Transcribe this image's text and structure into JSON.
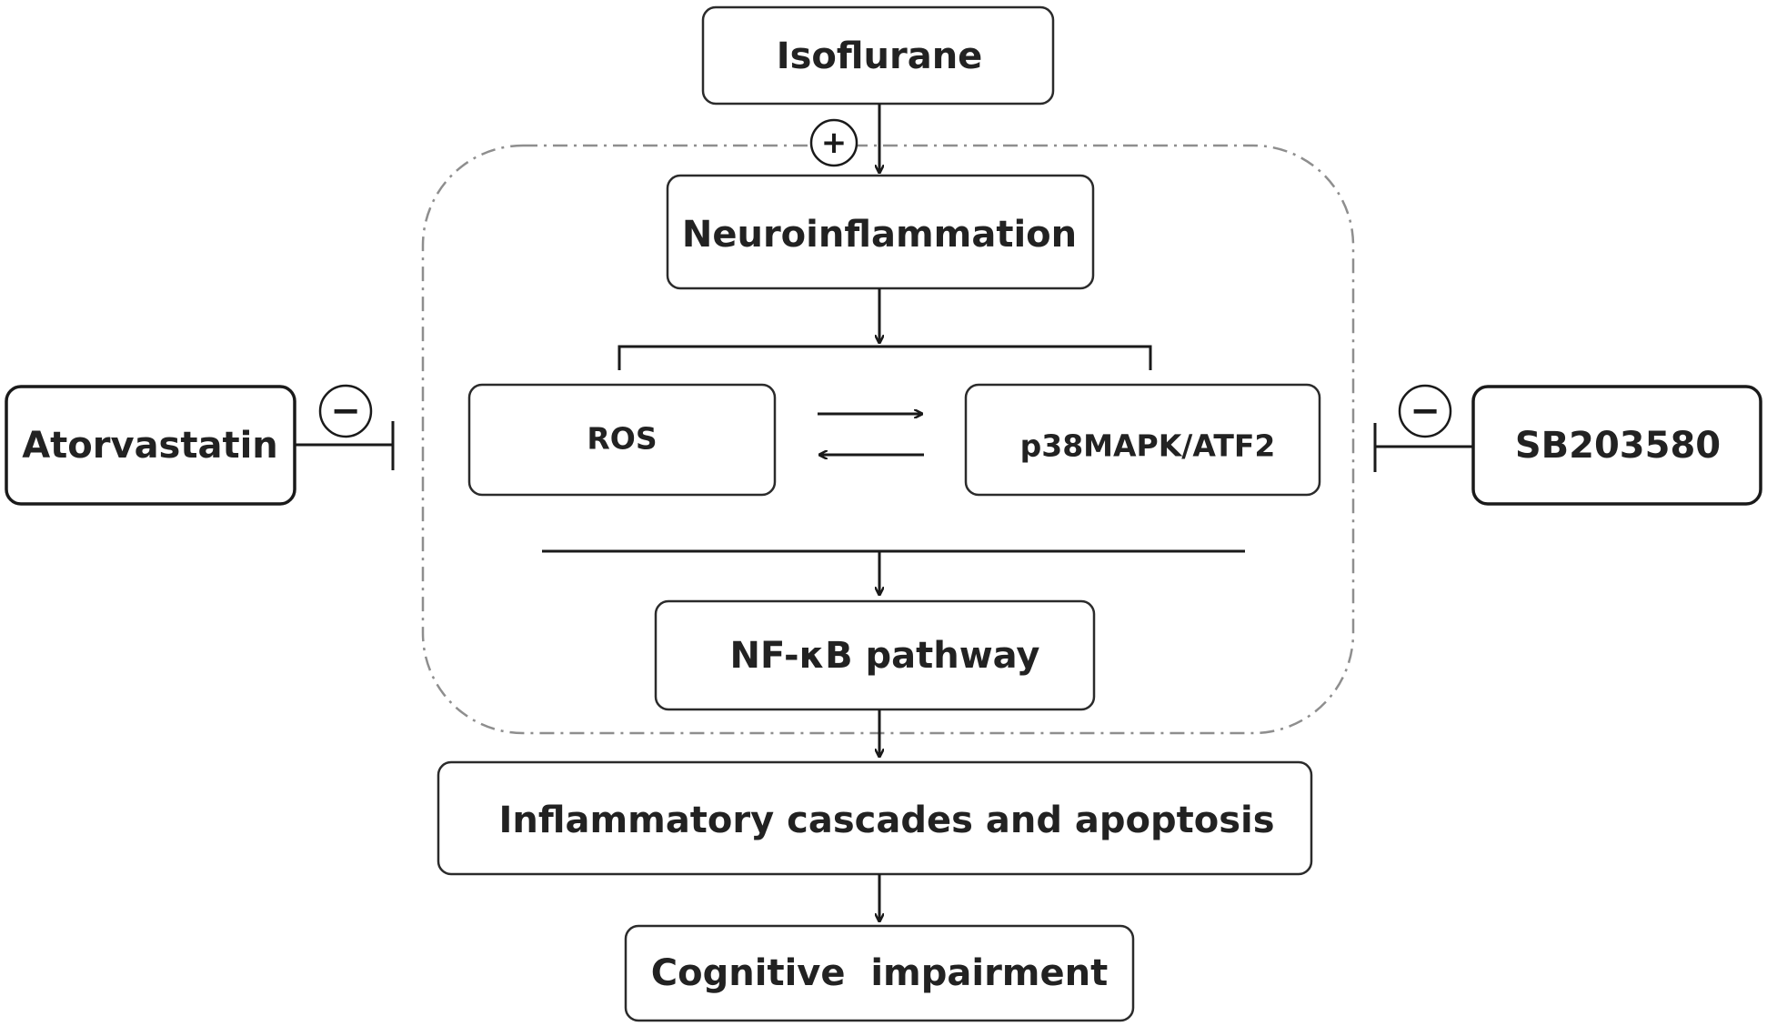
{
  "nodes": {
    "isoflurane": "Isoflurane",
    "neuroinflammation": "Neuroinflammation",
    "ros": "ROS",
    "p38": "p38MAPK/ATF2",
    "nfkb": "NF-κB pathway",
    "inflammatory": "Inflammatory cascades and apoptosis",
    "cognitive": "Cognitive  impairment",
    "atorvastatin": "Atorvastatin",
    "sb": "SB203580"
  },
  "signs": {
    "promote": "+",
    "inhibit_left": "−",
    "inhibit_right": "−"
  }
}
